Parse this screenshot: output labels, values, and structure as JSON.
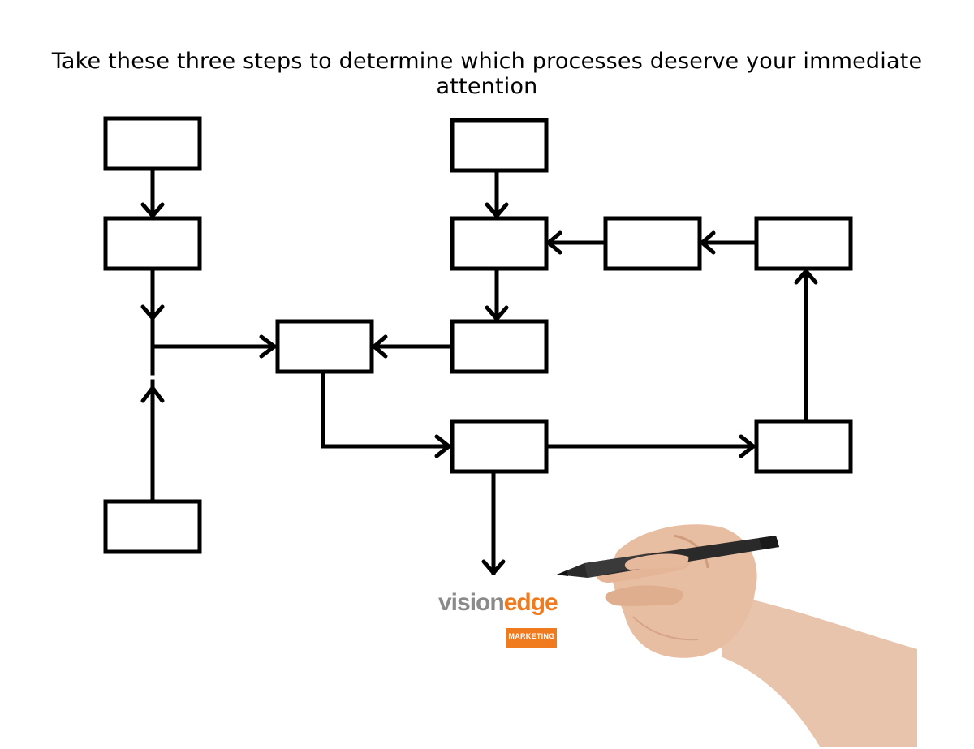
{
  "title": "Take these three steps to determine which processes deserve your immediate attention",
  "diagram": {
    "nodes": [
      {
        "id": "n1",
        "label": ""
      },
      {
        "id": "n2",
        "label": ""
      },
      {
        "id": "n3",
        "label": ""
      },
      {
        "id": "n4",
        "label": ""
      },
      {
        "id": "n5",
        "label": ""
      },
      {
        "id": "n6",
        "label": ""
      },
      {
        "id": "n7",
        "label": ""
      },
      {
        "id": "n8",
        "label": ""
      },
      {
        "id": "n9",
        "label": ""
      },
      {
        "id": "n10",
        "label": ""
      },
      {
        "id": "n11",
        "label": ""
      }
    ],
    "edges": [
      {
        "from": "n1",
        "to": "n2"
      },
      {
        "from": "n2",
        "to": "junction"
      },
      {
        "from": "n3",
        "to": "junction"
      },
      {
        "from": "junction",
        "to": "n4"
      },
      {
        "from": "n5",
        "to": "n6"
      },
      {
        "from": "n8",
        "to": "n6"
      },
      {
        "from": "n9",
        "to": "n8"
      },
      {
        "from": "n6",
        "to": "n7"
      },
      {
        "from": "n7",
        "to": "n4"
      },
      {
        "from": "n4",
        "to": "n10"
      },
      {
        "from": "n10",
        "to": "n11"
      },
      {
        "from": "n11",
        "to": "n9"
      },
      {
        "from": "n10",
        "to": "outside"
      }
    ]
  },
  "logo": {
    "word_part1": "vision",
    "word_part2": "edge",
    "tagline": "MARKETING",
    "colors": {
      "gray": "#8a8a8a",
      "orange": "#f07b1e"
    }
  },
  "colors": {
    "ink": "#000000",
    "background": "#ffffff"
  }
}
